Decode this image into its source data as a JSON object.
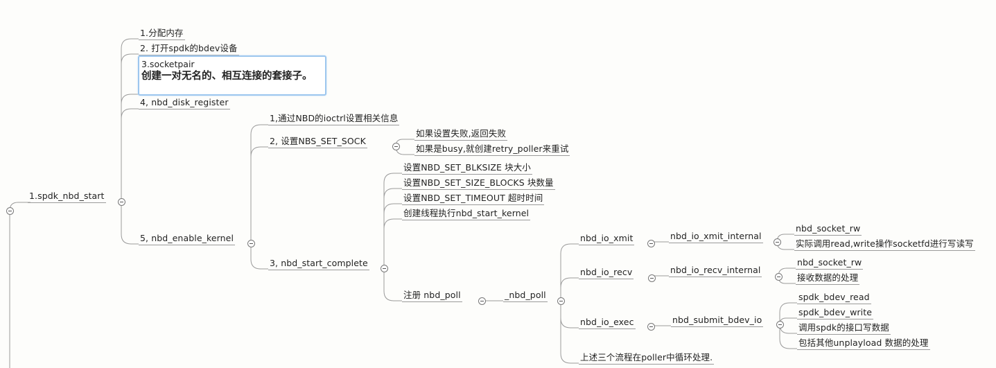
{
  "colors": {
    "line": "#9a9a9a",
    "selection_border": "#9cc6ee",
    "background": "#fdfdfb"
  },
  "nodes": {
    "spdk_nbd_start": "1.spdk_nbd_start",
    "alloc_memory": "1.分配内存",
    "open_bdev": "2. 打开spdk的bdev设备",
    "socketpair_title": "3.socketpair",
    "socketpair_desc": "创建一对无名的、相互连接的套接子。",
    "nbd_disk_register": "4, nbd_disk_register",
    "nbd_enable_kernel": "5, nbd_enable_kernel",
    "ioctl_set_info": "1,通过NBD的ioctrl设置相关信息",
    "set_nbs_set_sock": "2, 设置NBS_SET_SOCK",
    "sock_fail": "如果设置失败,返回失败",
    "sock_busy": "如果是busy,就创建retry_poller来重试",
    "nbd_start_complete": "3, nbd_start_complete",
    "set_blksize": "设置NBD_SET_BLKSIZE 块大小",
    "set_size_blocks": "设置NBD_SET_SIZE_BLOCKS 块数量",
    "set_timeout": "设置NBD_SET_TIMEOUT  超时时间",
    "create_thread": "创建线程执行nbd_start_kernel",
    "register_poll": "注册 nbd_poll",
    "_nbd_poll": "_nbd_poll",
    "nbd_io_xmit": "nbd_io_xmit",
    "nbd_io_recv": "nbd_io_recv",
    "nbd_io_exec": "nbd_io_exec",
    "loop_note": "上述三个流程在poller中循环处理.",
    "nbd_io_xmit_internal": "nbd_io_xmit_internal",
    "nbd_io_recv_internal": "nbd_io_recv_internal",
    "nbd_submit_bdev_io": "nbd_submit_bdev_io",
    "xmit_socket_rw": "nbd_socket_rw",
    "xmit_actual": "实际调用read,write操作socketfd进行写读写",
    "recv_socket_rw": "nbd_socket_rw",
    "recv_process": "接收数据的处理",
    "bdev_read": "spdk_bdev_read",
    "bdev_write": "spdk_bdev_write",
    "call_spdk_write": "调用spdk的接口写数据",
    "other_payload": "包括其他unplayload 数据的处理"
  }
}
